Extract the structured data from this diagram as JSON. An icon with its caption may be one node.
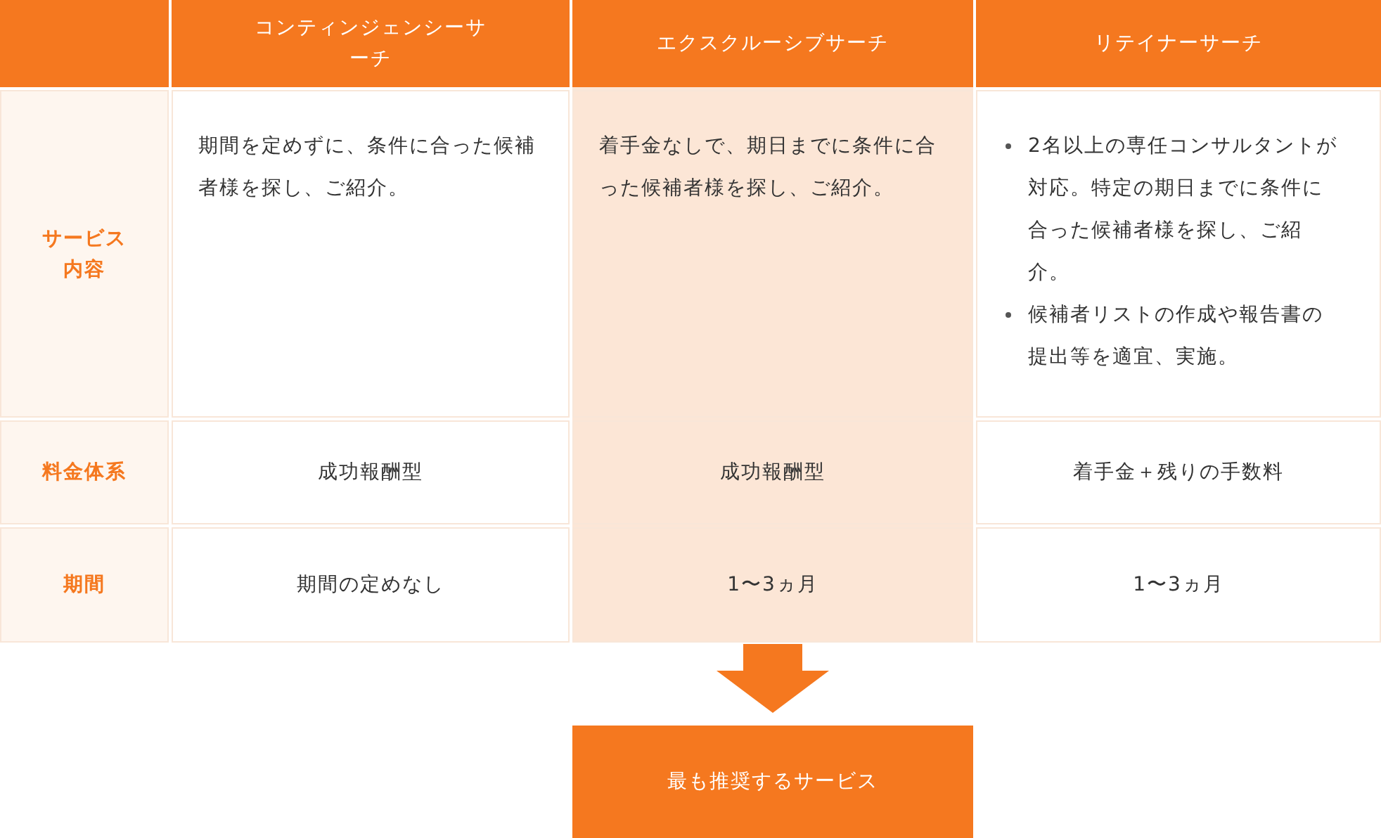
{
  "diagram": {
    "nodes": [
      {
        "text": [
          "エクスクルーシブサーチ",
          "着手金なしで、期日までに条件に合った候補者様を探し、ご紹介。",
          "成功報酬型",
          "1〜3ヵ月"
        ]
      },
      {
        "text": [
          "最も推奨するサービス"
        ]
      }
    ],
    "edges": [
      {
        "from": 0,
        "to": 1,
        "arrow": "to"
      }
    ],
    "labels": [
      "コンティンジェンシーサーチ",
      "リテイナーサーチ",
      "サービス内容",
      "期間を定めずに、条件に合った候補者様を探し、ご紹介。",
      "2名以上の専任コンサルタントが対応。特定の期日までに条件に合った候補者様を探し、ご紹介。",
      "候補者リストの作成や報告書の提出等を適宜、実施。",
      "料金体系",
      "成功報酬型",
      "着手金＋残りの手数料",
      "期間",
      "期間の定めなし",
      "1〜3ヵ月"
    ]
  }
}
